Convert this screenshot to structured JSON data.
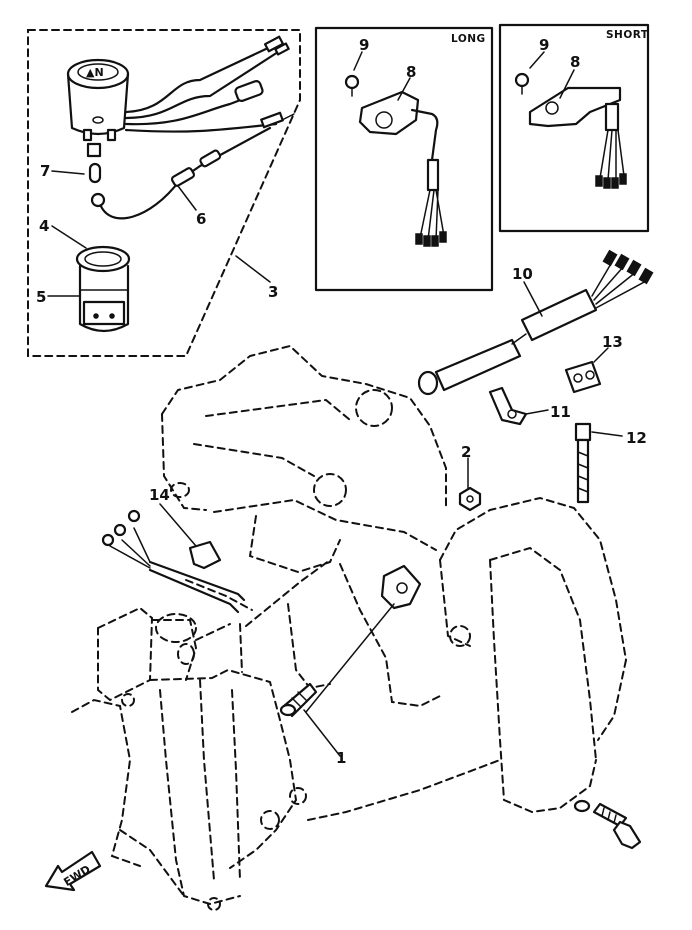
{
  "boxes": {
    "long_label": "LONG",
    "short_label": "SHORT"
  },
  "callouts": {
    "c1": "1",
    "c2": "2",
    "c3": "3",
    "c4": "4",
    "c5": "5",
    "c6": "6",
    "c7": "7",
    "c8_long": "8",
    "c8_short": "8",
    "c9_long": "9",
    "c9_short": "9",
    "c10": "10",
    "c11": "11",
    "c12": "12",
    "c13": "13",
    "c14": "14"
  },
  "direction": {
    "label": "FWD"
  }
}
